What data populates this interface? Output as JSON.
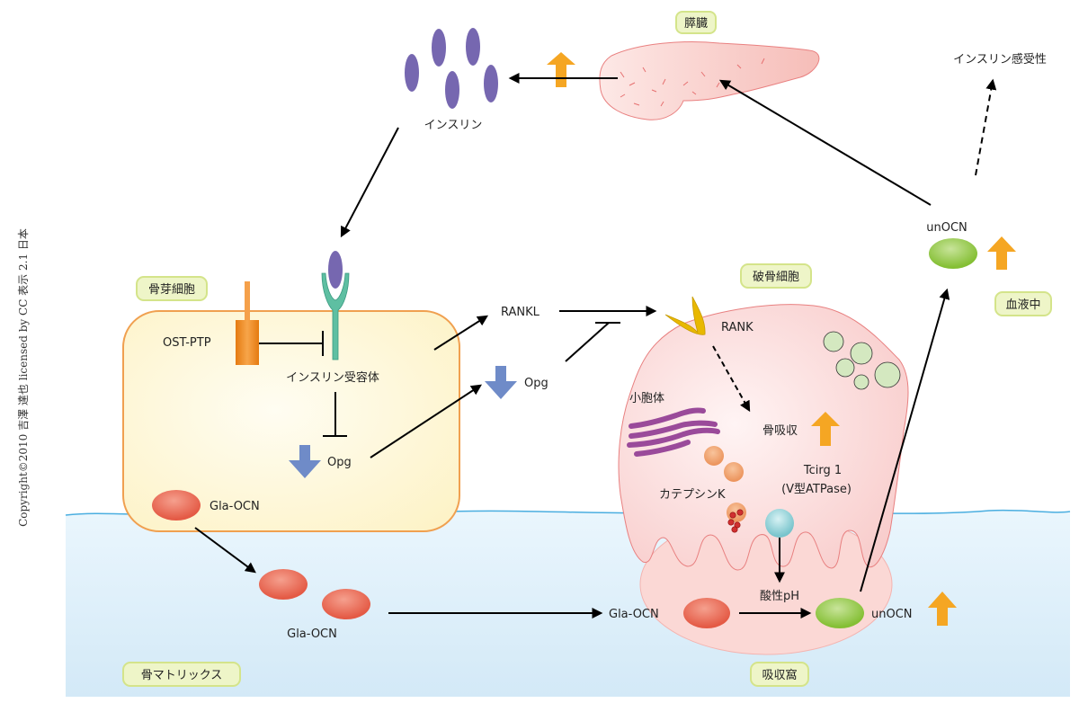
{
  "copyright": "Copyright©2010 吉澤 達也 licensed by CC 表示 2.1 日本",
  "colors": {
    "bone_matrix": "#d8ecf8",
    "osteoblast_fill": "#fdf6d2",
    "osteoblast_border": "#f0a050",
    "osteoclast_fill": "#f9d2d0",
    "osteoclast_border": "#e88080",
    "tag_fill": "#eef5c8",
    "tag_border": "#d4e48a",
    "insulin": "#7667b0",
    "receptor": "#5ebfa2",
    "ost_ptp": "#ee8a1e",
    "up_arrow": "#f5a623",
    "down_arrow": "#6f8bc8",
    "gla_ocn": "#e8624e",
    "unocn": "#90c840",
    "rank": "#e8b800",
    "golgi": "#9a4a9a",
    "vesicle": "#f0a070",
    "lysosome": "#d4e8c0",
    "tcirg": "#90d0d8",
    "pancreas": "#f7c4c0"
  },
  "tags": {
    "pancreas": "膵臓",
    "osteoblast": "骨芽細胞",
    "osteoclast": "破骨細胞",
    "blood": "血液中",
    "bone_matrix": "骨マトリックス",
    "resorption_pit": "吸収窩"
  },
  "labels": {
    "insulin": "インスリン",
    "insulin_sensitivity": "インスリン感受性",
    "unocn_blood": "unOCN",
    "ost_ptp": "OST-PTP",
    "insulin_receptor": "インスリン受容体",
    "opg_inside": "Opg",
    "opg_outside": "Opg",
    "rankl": "RANKL",
    "rank": "RANK",
    "gla_ocn_cell": "Gla-OCN",
    "gla_ocn_matrix": "Gla-OCN",
    "gla_ocn_pit": "Gla-OCN",
    "golgi": "小胞体",
    "bone_resorption": "骨吸収",
    "cathepsin_k": "カテプシンK",
    "tcirg1": "Tcirg 1",
    "v_atpase": "(V型ATPase)",
    "acidic_ph": "酸性pH",
    "unocn_pit": "unOCN"
  },
  "indicators": {
    "insulin_secretion": "up",
    "unocn_blood": "up",
    "opg_inside": "down",
    "opg_outside": "down",
    "bone_resorption": "up",
    "unocn_pit": "up"
  }
}
